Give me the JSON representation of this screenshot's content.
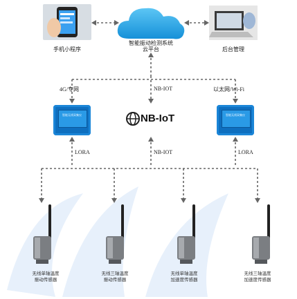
{
  "top": {
    "mobile_label": "手机小程序",
    "cloud_label_line1": "智能振动检测系统",
    "cloud_label_line2": "云平台",
    "admin_label": "后台管理"
  },
  "links": {
    "left": "4G/专网",
    "center": "NB-IOT",
    "right": "以太网/Wi-Fi"
  },
  "gateway": {
    "screen_text": "智能无线采集仪",
    "center_logo": "NB-IoT"
  },
  "lower_links": {
    "left": "LORA",
    "center": "NB-IOT",
    "right": "LORA"
  },
  "sensors": [
    {
      "line1": "无线单轴温度",
      "line2": "振动传感器"
    },
    {
      "line1": "无线三轴温度",
      "line2": "振动传感器"
    },
    {
      "line1": "无线单轴温度",
      "line2": "加速度传感器"
    },
    {
      "line1": "无线三轴温度",
      "line2": "加速度传感器"
    }
  ],
  "colors": {
    "gateway_blue": "#0e6fbf",
    "cloud_blue": "#1aa3e8",
    "watermark": "#e4eefa"
  }
}
